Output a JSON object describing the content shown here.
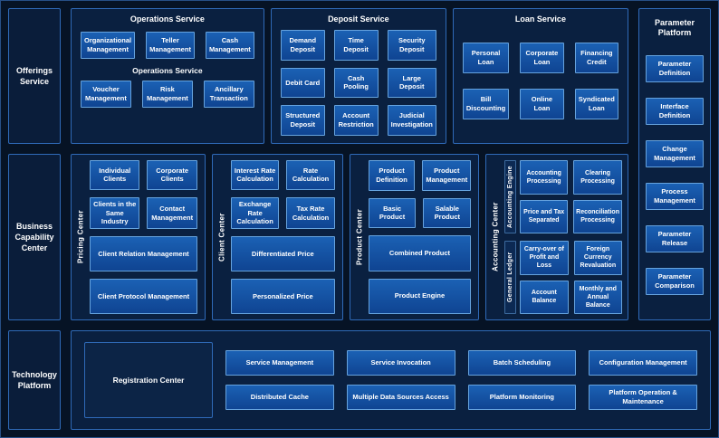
{
  "sidebar": {
    "offerings_label": "Offerings Service",
    "business_label": "Business Capability Center",
    "technology_label": "Technology Platform"
  },
  "offerings": {
    "operations": {
      "title": "Operations Service",
      "group2_title": "Operations Service",
      "row1": [
        "Organizational Management",
        "Teller Management",
        "Cash Management"
      ],
      "row2": [
        "Voucher Management",
        "Risk Management",
        "Ancillary Transaction"
      ]
    },
    "deposit": {
      "title": "Deposit Service",
      "items": [
        "Demand Deposit",
        "Time Deposit",
        "Security Deposit",
        "Debit Card",
        "Cash Pooling",
        "Large Deposit",
        "Structured Deposit",
        "Account Restriction",
        "Judicial Investigation"
      ]
    },
    "loan": {
      "title": "Loan Service",
      "items": [
        "Personal Loan",
        "Corporate Loan",
        "Financing Credit",
        "Bill Discounting",
        "Online Loan",
        "Syndicated Loan"
      ]
    }
  },
  "parameter_platform": {
    "title": "Parameter Platform",
    "items": [
      "Parameter Definition",
      "Interface Definition",
      "Change Management",
      "Process Management",
      "Parameter Release",
      "Parameter Comparison"
    ]
  },
  "business_capability": {
    "pricing_center": {
      "label": "Pricing Center",
      "pairs": [
        [
          "Individual Clients",
          "Corporate Clients"
        ],
        [
          "Clients in the Same Industry",
          "Contact Management"
        ]
      ],
      "wide": [
        "Client Relation Management",
        "Client Protocol Management"
      ]
    },
    "client_center": {
      "label": "Client Center",
      "pairs": [
        [
          "Interest Rate Calculation",
          "Rate Calculation"
        ],
        [
          "Exchange Rate Calculation",
          "Tax Rate Calculation"
        ]
      ],
      "wide": [
        "Differentiated Price",
        "Personalized Price"
      ]
    },
    "product_center": {
      "label": "Product Center",
      "pairs": [
        [
          "Product Definition",
          "Product Management"
        ],
        [
          "Basic Product",
          "Salable Product"
        ]
      ],
      "wide": [
        "Combined Product",
        "Product Engine"
      ]
    },
    "accounting_center": {
      "label": "Accounting Center",
      "groups": [
        {
          "label": "Accounting Engine",
          "items": [
            "Accounting Processing",
            "Clearing Processing",
            "Price and Tax Separated",
            "Reconciliation Processing"
          ]
        },
        {
          "label": "General Ledger",
          "items": [
            "Carry-over of Profit and Loss",
            "Foreign Currency Revaluation",
            "Account Balance",
            "Monthly and Annual Balance"
          ]
        }
      ]
    }
  },
  "technology": {
    "registration_label": "Registration Center",
    "row1": [
      "Service Management",
      "Service Invocation",
      "Batch Scheduling",
      "Configuration Management"
    ],
    "row2": [
      "Distributed Cache",
      "Multiple Data Sources Access",
      "Platform Monitoring",
      "Platform Operation & Maintenance"
    ]
  },
  "colors": {
    "page_bg": "#061325",
    "panel_bg": "#0a2040",
    "panel_border": "#2f6ab8",
    "box_fill": "#14529f",
    "box_border": "#66a3de",
    "text": "#ffffff"
  }
}
